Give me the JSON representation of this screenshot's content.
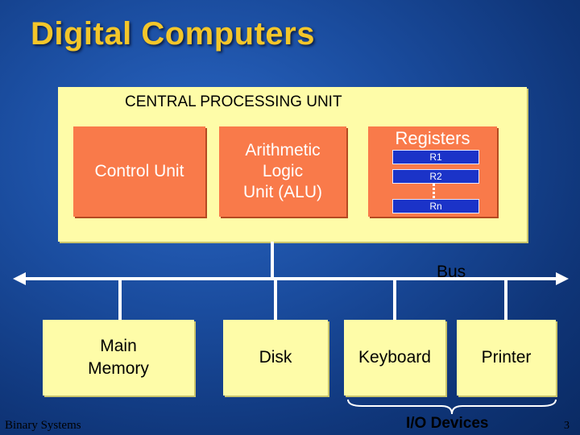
{
  "title": "Digital Computers",
  "cpu": {
    "label": "CENTRAL PROCESSING UNIT",
    "control_unit": "Control Unit",
    "alu_line1": "Arithmetic",
    "alu_line2": "Logic",
    "alu_line3": "Unit (ALU)",
    "registers": {
      "label": "Registers",
      "items": [
        "R1",
        "R2",
        "Rn"
      ]
    }
  },
  "bus": {
    "label": "Bus"
  },
  "devices": {
    "main_memory_line1": "Main",
    "main_memory_line2": "Memory",
    "disk": "Disk",
    "keyboard": "Keyboard",
    "printer": "Printer"
  },
  "io_devices_label": "I/O Devices",
  "footer": {
    "left": "Binary Systems",
    "page": "3"
  },
  "colors": {
    "title": "#f3c62a",
    "box_fill": "#fefca8",
    "unit_fill": "#f97a4a",
    "register_fill": "#1b33c8",
    "background": "#1a4c9e"
  }
}
